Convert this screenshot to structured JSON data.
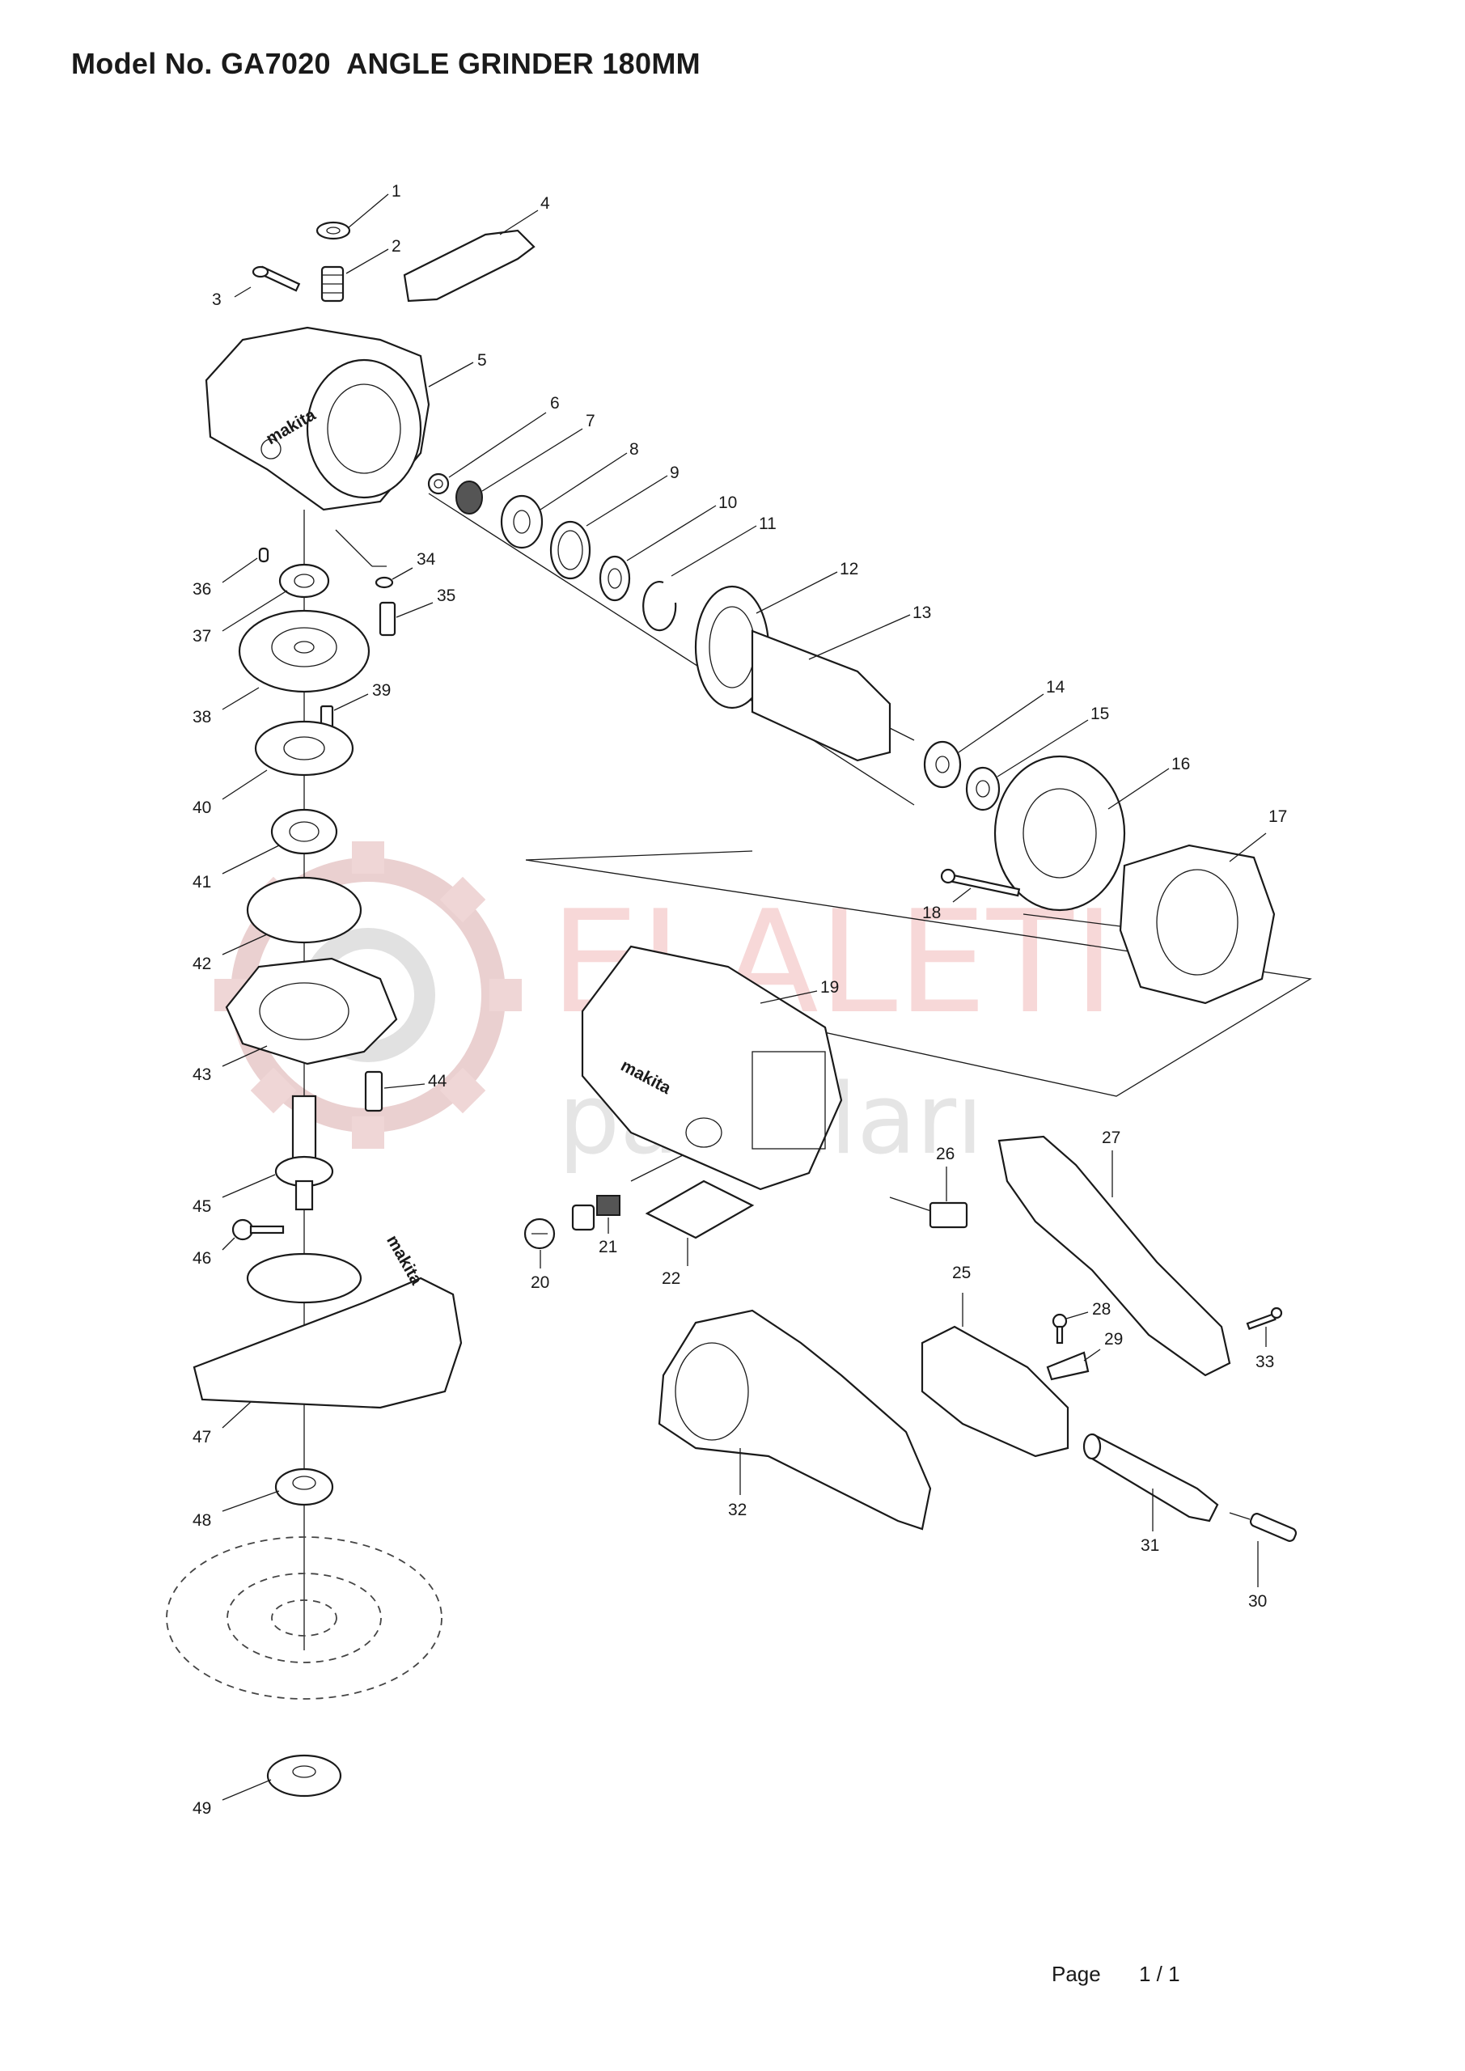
{
  "header": {
    "title": "Model No. GA7020  ANGLE GRINDER 180MM"
  },
  "watermark": {
    "brand": "ELALETI",
    "sub": "parçaları",
    "color": "#f0b8b8"
  },
  "footer": {
    "page_label": "Page",
    "page_number": "1 / 1"
  },
  "brand_marks": {
    "gear_housing": "makita",
    "motor_housing": "makita",
    "wheel_guard": "makita"
  },
  "callouts": [
    "1",
    "2",
    "3",
    "4",
    "5",
    "6",
    "7",
    "8",
    "9",
    "10",
    "11",
    "12",
    "13",
    "14",
    "15",
    "16",
    "17",
    "18",
    "19",
    "20",
    "21",
    "22",
    "25",
    "26",
    "27",
    "28",
    "29",
    "30",
    "31",
    "32",
    "33",
    "34",
    "35",
    "36",
    "37",
    "38",
    "39",
    "40",
    "41",
    "42",
    "43",
    "44",
    "45",
    "46",
    "47",
    "48",
    "49"
  ]
}
